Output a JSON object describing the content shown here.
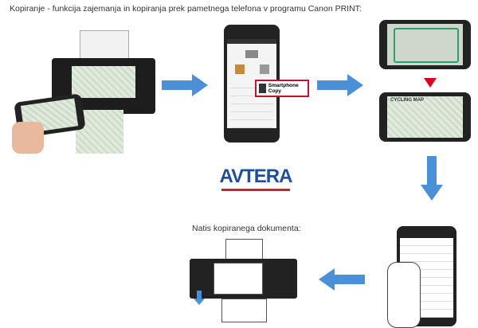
{
  "title": "Kopiranje - funkcija zajemanja in kopiranja prek pametnega telefona v programu Canon PRINT:",
  "caption": "Natis kopiranega dokumenta:",
  "logo_text": "AVTERA",
  "callout_label": "Smartphone Copy",
  "map_title": "CYCLING MAP",
  "colors": {
    "arrow": "#4a90d9",
    "red": "#e0001a",
    "logo_blue": "#1e4e9c",
    "logo_red": "#d0202e"
  }
}
